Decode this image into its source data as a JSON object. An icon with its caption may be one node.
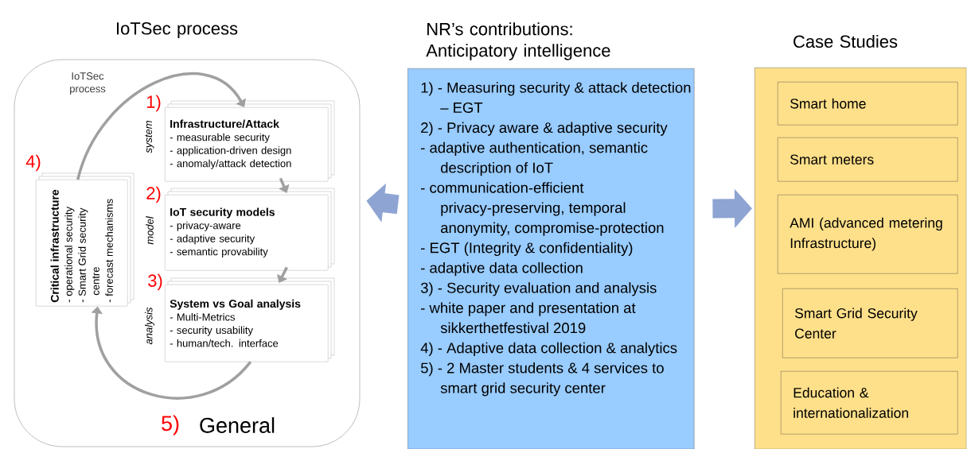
{
  "diagram": {
    "nodes": [
      {
        "text": [
          "IoTSec process",
          "IoTSec process"
        ]
      },
      {
        "text": [
          "Infrastructure/Attack",
          "- measurable security",
          "- application-driven design",
          "- anomaly/attack detection"
        ],
        "in": 0
      },
      {
        "text": [
          "IoT security models",
          "- privacy-aware",
          "- adaptive security",
          "- semantic provability"
        ],
        "in": 0
      },
      {
        "text": [
          "System vs Goal analysis",
          "- Multi-Metrics",
          "- security usability",
          "- human/tech. interface"
        ],
        "in": 0
      },
      {
        "text": [
          "Critical infrastructure",
          "- operational security",
          "- Smart Grid security centre",
          "- forecast mechanisms"
        ],
        "in": 0
      },
      {
        "text": [
          "NR’s contributions: Anticipatory intelligence",
          "1) - Measuring security & attack detection – EGT",
          "2) - Privacy aware & adaptive security",
          "- adaptive authentication, semantic description of IoT",
          "- communication-efficient privacy-preserving, temporal anonymity, compromise-protection",
          "- EGT (Integrity & confidentiality)",
          "- adaptive data collection",
          "3) - Security evaluation and analysis",
          "- white paper and presentation at sikkerthetfestival 2019",
          "4) - Adaptive data collection & analytics",
          "5) - 2 Master students & 4 services to smart grid security center"
        ]
      },
      {
        "text": [
          "Case Studies"
        ]
      },
      {
        "text": [
          "Smart home"
        ],
        "in": 6
      },
      {
        "text": [
          "Smart meters"
        ],
        "in": 6
      },
      {
        "text": [
          "AMI (advanced metering Infrastructure)"
        ],
        "in": 6
      },
      {
        "text": [
          "Smart Grid Security Center"
        ],
        "in": 6
      },
      {
        "text": [
          "Education & internationalization"
        ],
        "in": 6
      }
    ],
    "edges": [
      {
        "from": 1,
        "to": 2,
        "arrow": "to"
      },
      {
        "from": 2,
        "to": 3,
        "arrow": "to"
      },
      {
        "from": 3,
        "to": 4,
        "arrow": "to"
      },
      {
        "from": 4,
        "to": 1,
        "arrow": "to"
      },
      {
        "from": 5,
        "to": 0,
        "arrow": "to",
        "style": "thick",
        "color": "#8ea4d2"
      },
      {
        "from": 5,
        "to": 6,
        "arrow": "to",
        "style": "thick",
        "color": "#8ea4d2"
      }
    ],
    "labels": [
      "1)",
      "2)",
      "3)",
      "4)",
      "system",
      "model",
      "analysis",
      "5)",
      "General"
    ]
  }
}
